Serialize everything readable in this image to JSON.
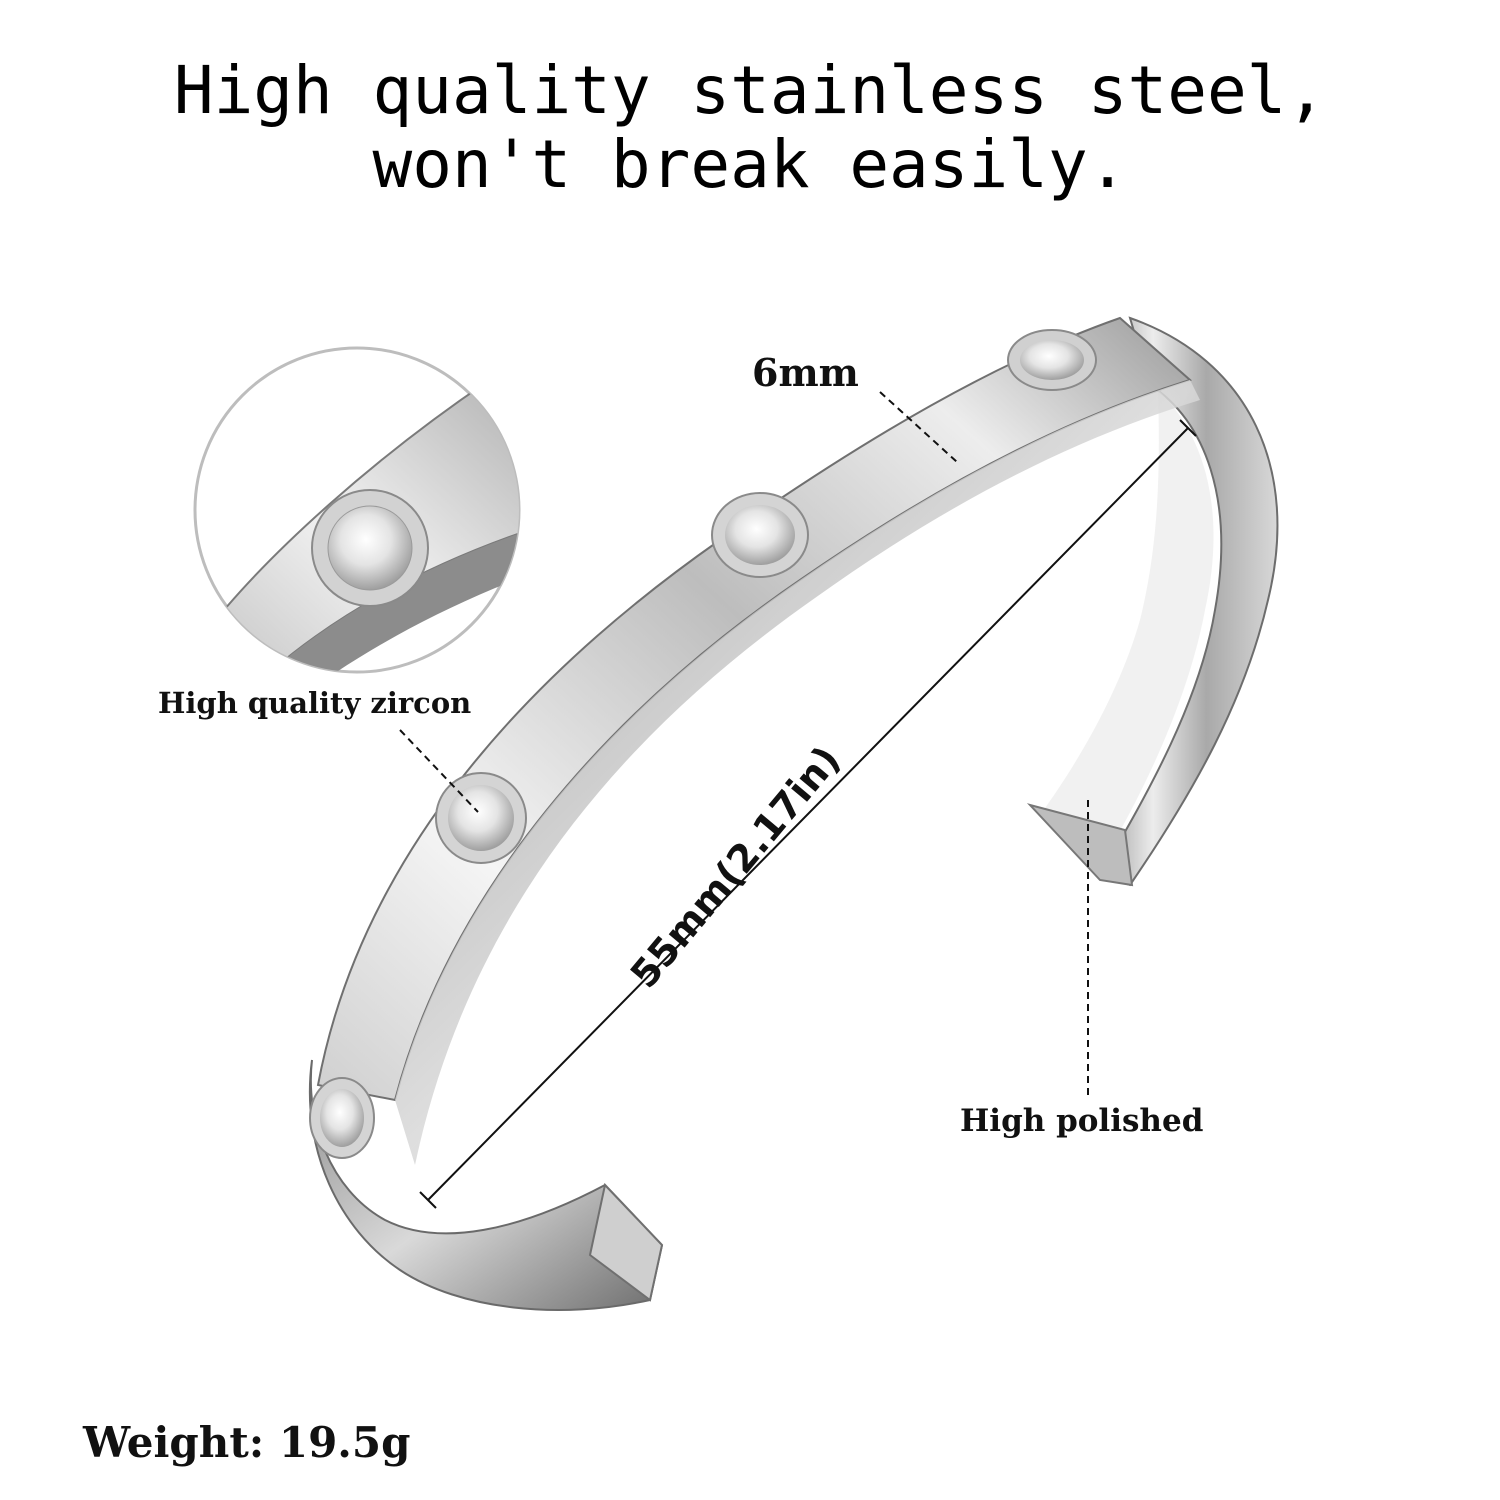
{
  "headline": {
    "line1": "High quality stainless steel,",
    "line2": "won't break easily."
  },
  "callouts": {
    "width": "6mm",
    "zircon": "High quality zircon",
    "diameter": "55mm(2.17in)",
    "polish": "High polished"
  },
  "weight": "Weight: 19.5g",
  "colors": {
    "background": "#ffffff",
    "text": "#111111",
    "steel_light": "#f4f4f4",
    "steel_dark": "#7d7d7d"
  }
}
